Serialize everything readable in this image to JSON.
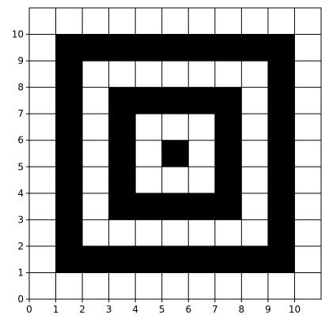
{
  "chart_data": {
    "type": "heatmap",
    "title": "",
    "xlabel": "",
    "ylabel": "",
    "xlim": [
      0,
      11
    ],
    "ylim": [
      0,
      11
    ],
    "x_ticks": [
      "0",
      "1",
      "2",
      "3",
      "4",
      "5",
      "6",
      "7",
      "8",
      "9",
      "10"
    ],
    "y_ticks": [
      "0",
      "1",
      "2",
      "3",
      "4",
      "5",
      "6",
      "7",
      "8",
      "9",
      "10"
    ],
    "grid": true,
    "colors": {
      "filled": "#000000",
      "empty": "#ffffff",
      "grid": "#000000"
    },
    "filled_cells": [
      [
        1,
        1
      ],
      [
        2,
        1
      ],
      [
        3,
        1
      ],
      [
        4,
        1
      ],
      [
        5,
        1
      ],
      [
        6,
        1
      ],
      [
        7,
        1
      ],
      [
        8,
        1
      ],
      [
        9,
        1
      ],
      [
        1,
        2
      ],
      [
        1,
        3
      ],
      [
        1,
        4
      ],
      [
        1,
        5
      ],
      [
        1,
        6
      ],
      [
        1,
        7
      ],
      [
        1,
        8
      ],
      [
        1,
        9
      ],
      [
        2,
        9
      ],
      [
        3,
        9
      ],
      [
        4,
        9
      ],
      [
        5,
        9
      ],
      [
        6,
        9
      ],
      [
        7,
        9
      ],
      [
        8,
        9
      ],
      [
        9,
        9
      ],
      [
        9,
        2
      ],
      [
        9,
        3
      ],
      [
        9,
        4
      ],
      [
        9,
        5
      ],
      [
        9,
        6
      ],
      [
        9,
        7
      ],
      [
        9,
        8
      ],
      [
        3,
        3
      ],
      [
        4,
        3
      ],
      [
        5,
        3
      ],
      [
        6,
        3
      ],
      [
        7,
        3
      ],
      [
        3,
        4
      ],
      [
        3,
        5
      ],
      [
        3,
        6
      ],
      [
        3,
        7
      ],
      [
        4,
        7
      ],
      [
        5,
        7
      ],
      [
        6,
        7
      ],
      [
        7,
        7
      ],
      [
        7,
        4
      ],
      [
        7,
        5
      ],
      [
        7,
        6
      ],
      [
        5,
        5
      ]
    ]
  }
}
